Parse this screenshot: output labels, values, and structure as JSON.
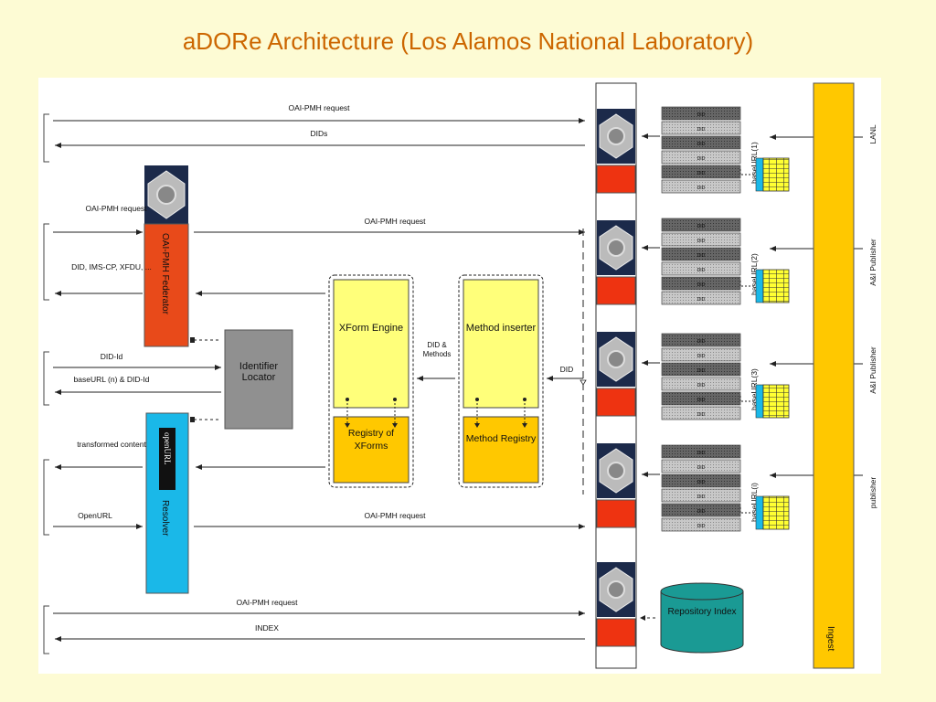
{
  "title": "aDORe Architecture (Los Alamos National Laboratory)",
  "arrows": {
    "top_request": "OAI-PMH request",
    "top_response": "DIDs",
    "fed_request_left": "OAI-PMH request",
    "fed_request_right": "OAI-PMH request",
    "fed_response": "DID, IMS-CP, XFDU, ...",
    "did_id": "DID-Id",
    "baseurl_did": "baseURL (n) & DID-Id",
    "transformed": "transformed content",
    "openurl": "OpenURL",
    "resolver_request": "OAI-PMH request",
    "did_methods": "DID & Methods",
    "did": "DID",
    "bottom_request": "OAI-PMH request",
    "bottom_response": "INDEX"
  },
  "boxes": {
    "federator": "OAI-PMH Federator",
    "identifier_locator": "Identifier Locator",
    "resolver": "Resolver",
    "resolver_badge": "openURL",
    "xform_engine": "XForm Engine",
    "xform_registry": "Registry of XForms",
    "method_inserter": "Method inserter",
    "method_registry": "Method Registry",
    "repository_index": "Repository Index",
    "ingest": "Ingest",
    "cell_label": "DID"
  },
  "repositories": [
    {
      "base": "baseURL(1)",
      "source": "LANL"
    },
    {
      "base": "baseURL(2)",
      "source": "A&I Publisher"
    },
    {
      "base": "baseURL(3)",
      "source": "A&I Publisher"
    },
    {
      "base": "baseURL(i)",
      "source": "publisher"
    }
  ],
  "colors": {
    "title": "#cc6600",
    "federator": "#e84a1a",
    "resolver": "#1ab8e8",
    "engine": "#ffff7a",
    "registry": "#ffc800",
    "locator": "#909090",
    "index": "#1a9a94",
    "ingest": "#ffc800",
    "red_block": "#ee3311",
    "icon_bg": "#1c2a4a"
  },
  "icons": [
    "repository-server-icon",
    "ingest-database-icon"
  ]
}
